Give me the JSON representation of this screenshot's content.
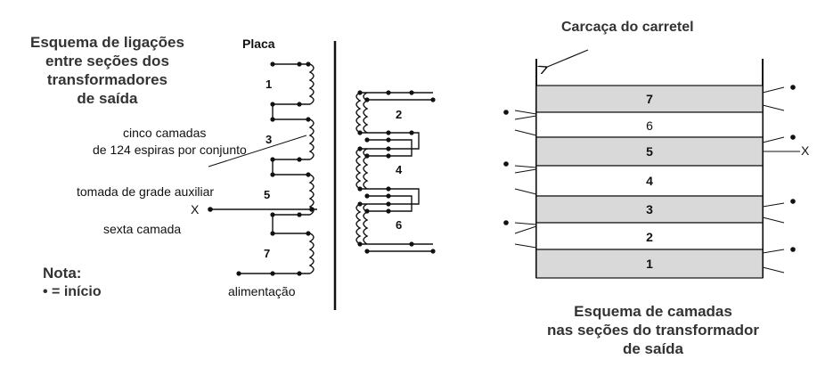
{
  "left_diagram": {
    "title_lines": [
      "Esquema de ligações",
      "entre seções dos",
      "transformadores",
      "de saída"
    ],
    "placa": "Placa",
    "primary_numbers": [
      "1",
      "3",
      "5",
      "7"
    ],
    "secondary_numbers": [
      "2",
      "4",
      "6"
    ],
    "annot_camadas_line1": "cinco camadas",
    "annot_camadas_line2": "de 124 espiras por conjunto",
    "annot_tomada": "tomada de grade auxiliar",
    "x_label": "X",
    "annot_sexta": "sexta camada",
    "nota_title": "Nota:",
    "nota_text": "• = início",
    "alimentacao": "alimentação"
  },
  "right_diagram": {
    "carcaca_label": "Carcaça do carretel",
    "layers": [
      "7",
      "6",
      "5",
      "4",
      "3",
      "2",
      "1"
    ],
    "x_label": "X",
    "title_lines": [
      "Esquema de camadas",
      "nas seções do transformador",
      "de saída"
    ],
    "shaded_color": "#d9d9d9"
  }
}
